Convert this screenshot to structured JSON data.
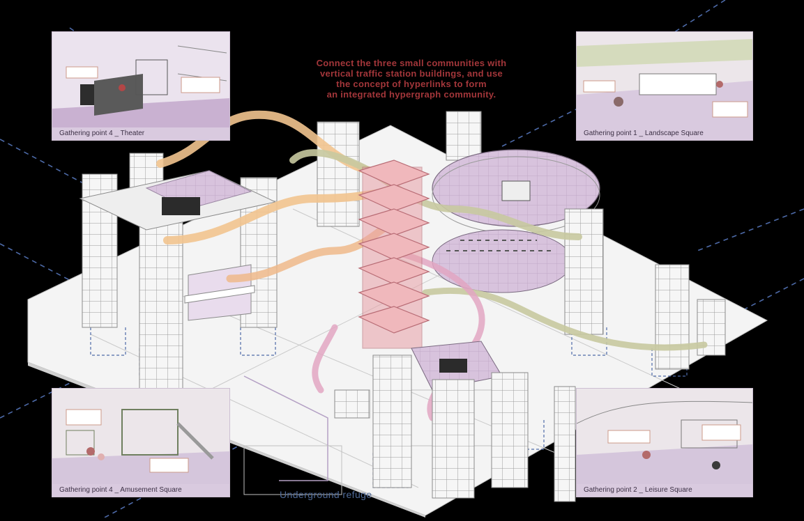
{
  "caption": {
    "line1": "Connect the three small communities with",
    "line2": "vertical traffic station buildings, and use",
    "line3": "the concept of hyperlinks to form",
    "line4": "an integrated hypergraph community."
  },
  "panels": {
    "theater": "Gathering point 4 _ Theater",
    "landscape": "Gathering point 1 _ Landscape Square",
    "amusement": "Gathering point 4 _ Amusement Square",
    "leisure": "Gathering point 2 _ Leisure Square"
  },
  "refuge_label": "Underground refuge",
  "colors": {
    "background": "#000000",
    "caption": "#a3363a",
    "panel": "#e6dde8",
    "purple_floor": "#d8c3dd",
    "orange_bridge": "#f2c48f",
    "green_bridge": "#c8c9a0",
    "pink_tower": "#e8a0a6",
    "guide_lines": "#4d6aa8"
  }
}
